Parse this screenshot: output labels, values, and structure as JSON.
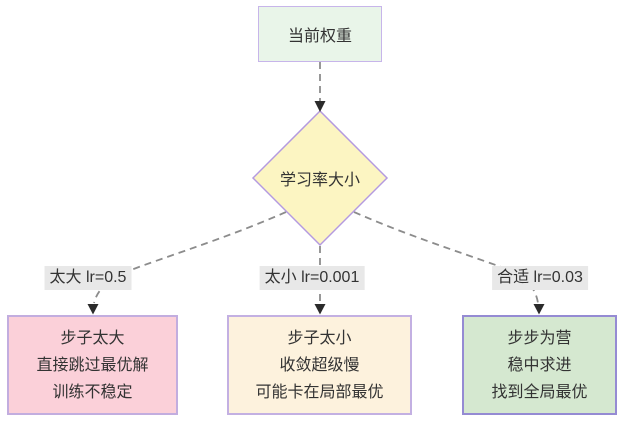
{
  "diagram": {
    "type": "flowchart",
    "direction": "top-down",
    "nodes": {
      "current_weight": {
        "shape": "rect",
        "label": "当前权重",
        "fill": "#e9f5e9",
        "border": "#c7b5ea"
      },
      "decision": {
        "shape": "diamond",
        "label": "学习率大小",
        "fill": "#fcf5c2",
        "border": "#b49ae0"
      },
      "too_big": {
        "shape": "rect",
        "lines": [
          "步子太大",
          "直接跳过最优解",
          "训练不稳定"
        ],
        "fill": "#fbd0d9",
        "border": "#c2addf"
      },
      "too_small": {
        "shape": "rect",
        "lines": [
          "步子太小",
          "收敛超级慢",
          "可能卡在局部最优"
        ],
        "fill": "#fdf2dd",
        "border": "#c3b0e2"
      },
      "just_right": {
        "shape": "rect",
        "lines": [
          "步步为营",
          "稳中求进",
          "找到全局最优"
        ],
        "fill": "#d5e8d0",
        "border": "#958bd3"
      }
    },
    "edges": [
      {
        "from": "current_weight",
        "to": "decision",
        "label": ""
      },
      {
        "from": "decision",
        "to": "too_big",
        "label": "太大 lr=0.5"
      },
      {
        "from": "decision",
        "to": "too_small",
        "label": "太小 lr=0.001"
      },
      {
        "from": "decision",
        "to": "just_right",
        "label": "合适 lr=0.03"
      }
    ],
    "colors": {
      "edge_line": "#8c8c8c",
      "arrowhead": "#2b2b2b",
      "edge_label_bg": "#e8e8e8",
      "text": "#333333",
      "background": "#ffffff"
    }
  }
}
